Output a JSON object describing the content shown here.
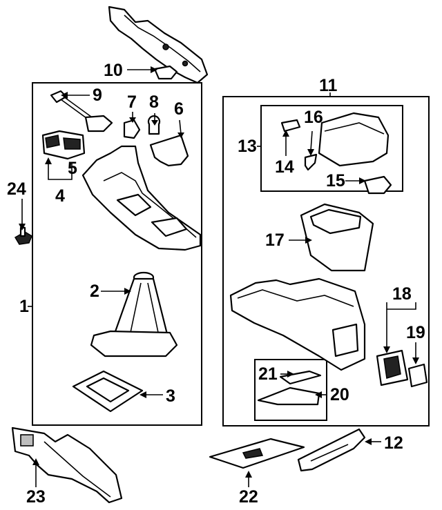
{
  "callouts": {
    "n1": "1",
    "n2": "2",
    "n3": "3",
    "n4": "4",
    "n5": "5",
    "n6": "6",
    "n7": "7",
    "n8": "8",
    "n9": "9",
    "n10": "10",
    "n11": "11",
    "n12": "12",
    "n13": "13",
    "n14": "14",
    "n15": "15",
    "n16": "16",
    "n17": "17",
    "n18": "18",
    "n19": "19",
    "n20": "20",
    "n21": "21",
    "n22": "22",
    "n23": "23",
    "n24": "24"
  },
  "colors": {
    "ink": "#000000",
    "background": "#ffffff",
    "shade": "#bdbdbd"
  }
}
